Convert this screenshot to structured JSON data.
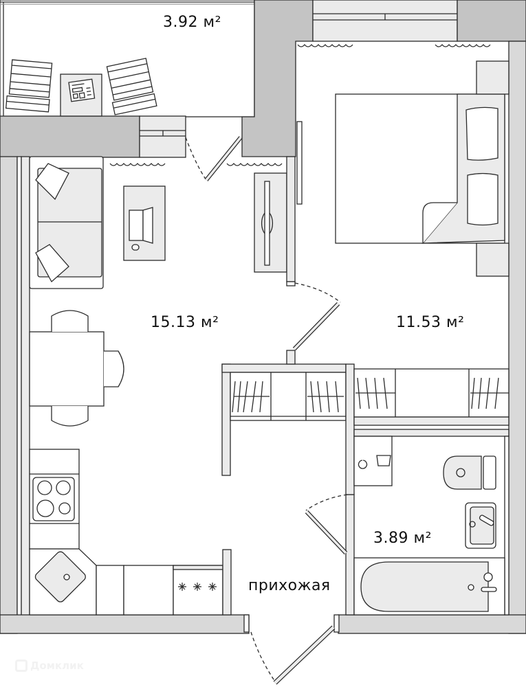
{
  "plan": {
    "rooms": [
      {
        "id": "balcony",
        "name": "balcony",
        "area": "3.92 м²"
      },
      {
        "id": "living-kitchen",
        "name": "living room with kitchen",
        "area": "15.13 м²"
      },
      {
        "id": "bedroom",
        "name": "bedroom",
        "area": "11.53 м²"
      },
      {
        "id": "bathroom",
        "name": "bathroom",
        "area": "3.89 м²"
      },
      {
        "id": "hallway",
        "name": "hallway",
        "area": "прихожая"
      }
    ],
    "colors": {
      "wall_dark": "#c4c4c4",
      "wall_light": "#d9d9d9",
      "furniture_fill": "#ebebeb",
      "line": "#2b2b2b",
      "background": "#ffffff"
    }
  },
  "watermark": {
    "text": "Домклик"
  }
}
